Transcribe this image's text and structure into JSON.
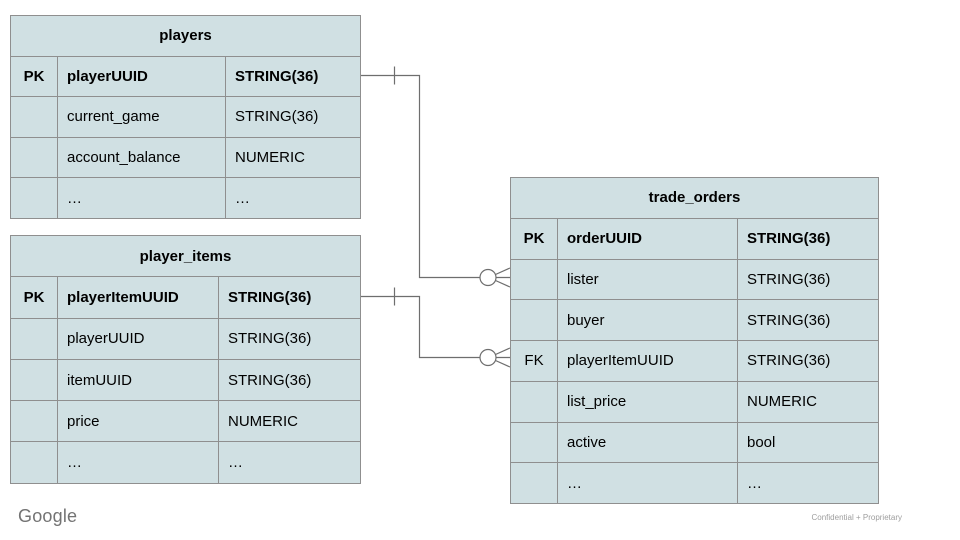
{
  "page": {
    "footer_logo": "Google",
    "footer_note": "Confidential + Proprietary"
  },
  "colors": {
    "cell_fill": "#d0e0e3",
    "cell_border": "#8f8f8f",
    "connector_line": "#6e6e6e",
    "logo_gray": "#737373",
    "note_gray": "#9e9e9e",
    "text": "#000000"
  },
  "tables": {
    "players": {
      "title": "players",
      "rows": [
        {
          "key": "PK",
          "name": "playerUUID",
          "type": "STRING(36)"
        },
        {
          "key": "",
          "name": "current_game",
          "type": "STRING(36)"
        },
        {
          "key": "",
          "name": "account_balance",
          "type": "NUMERIC"
        },
        {
          "key": "",
          "name": "…",
          "type": "…"
        }
      ]
    },
    "player_items": {
      "title": "player_items",
      "rows": [
        {
          "key": "PK",
          "name": "playerItemUUID",
          "type": "STRING(36)"
        },
        {
          "key": "",
          "name": "playerUUID",
          "type": "STRING(36)"
        },
        {
          "key": "",
          "name": "itemUUID",
          "type": "STRING(36)"
        },
        {
          "key": "",
          "name": "price",
          "type": "NUMERIC"
        },
        {
          "key": "",
          "name": "…",
          "type": "…"
        }
      ]
    },
    "trade_orders": {
      "title": "trade_orders",
      "rows": [
        {
          "key": "PK",
          "name": "orderUUID",
          "type": "STRING(36)"
        },
        {
          "key": "",
          "name": "lister",
          "type": "STRING(36)"
        },
        {
          "key": "",
          "name": "buyer",
          "type": "STRING(36)"
        },
        {
          "key": "FK",
          "name": "playerItemUUID",
          "type": "STRING(36)"
        },
        {
          "key": "",
          "name": "list_price",
          "type": "NUMERIC"
        },
        {
          "key": "",
          "name": "active",
          "type": "bool"
        },
        {
          "key": "",
          "name": "…",
          "type": "…"
        }
      ]
    }
  },
  "relationships": [
    {
      "from": "players.playerUUID",
      "to": "trade_orders.lister",
      "from_cardinality": "one",
      "to_cardinality": "zero-or-many"
    },
    {
      "from": "player_items.playerItemUUID",
      "to": "trade_orders.playerItemUUID",
      "from_cardinality": "one",
      "to_cardinality": "zero-or-many"
    }
  ]
}
